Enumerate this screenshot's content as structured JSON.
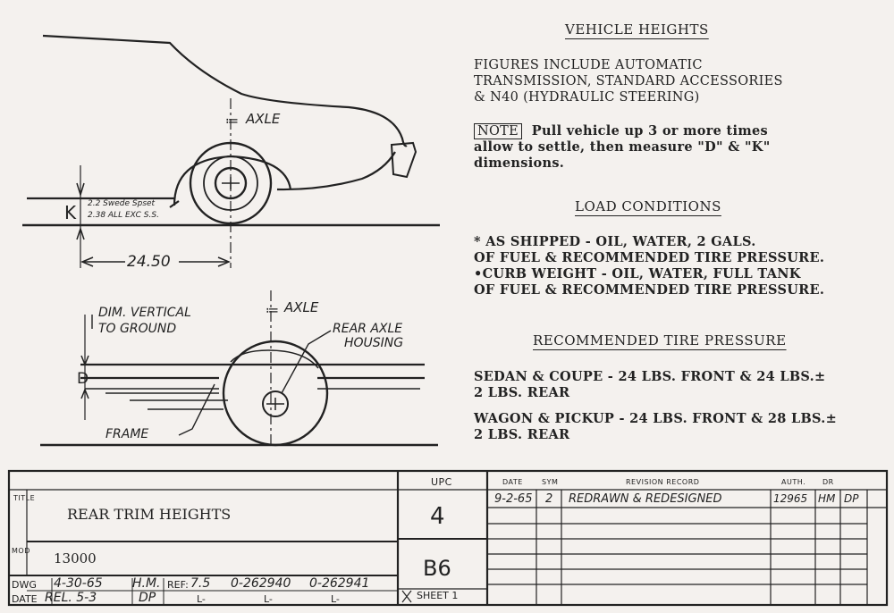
{
  "drawing": {
    "top": {
      "axle_label": "AXLE",
      "k_label": "K",
      "k_line1": "2.2 Swede Spset",
      "k_line2": "2.38 ALL EXC S.S.",
      "dimension": "24.50"
    },
    "bottom": {
      "axle_label": "AXLE",
      "vertical_label_line1": "DIM. VERTICAL",
      "vertical_label_line2": "TO GROUND",
      "d_label": "D",
      "housing_line1": "REAR AXLE",
      "housing_line2": "HOUSING",
      "frame_label": "FRAME"
    }
  },
  "vehicle_heights": {
    "title": "VEHICLE HEIGHTS",
    "lines": [
      "FIGURES INCLUDE AUTOMATIC",
      "TRANSMISSION, STANDARD ACCESSORIES",
      "& N40 (HYDRAULIC STEERING)"
    ],
    "note_label": "NOTE",
    "note_lines": [
      "Pull vehicle up 3 or more times",
      "allow to settle, then measure \"D\" & \"K\"",
      "dimensions."
    ]
  },
  "load_conditions": {
    "title": "LOAD CONDITIONS",
    "lines": [
      "* AS SHIPPED - OIL, WATER, 2 GALS.",
      "OF FUEL & RECOMMENDED TIRE PRESSURE.",
      "•CURB WEIGHT - OIL, WATER, FULL TANK",
      "OF FUEL & RECOMMENDED TIRE PRESSURE."
    ]
  },
  "tire_pressure": {
    "title": "RECOMMENDED TIRE PRESSURE",
    "sedan_lines": [
      "SEDAN & COUPE - 24 LBS. FRONT & 24 LBS.±",
      "2 LBS. REAR"
    ],
    "wagon_lines": [
      "WAGON & PICKUP - 24 LBS. FRONT & 28 LBS.±",
      "2 LBS. REAR"
    ]
  },
  "title_block": {
    "title_label": "TITLE",
    "title": "REAR TRIM HEIGHTS",
    "model_label": "MOD",
    "model": "13000",
    "upc_label": "UPC",
    "upc": "4",
    "code": "B6",
    "sheet": "SHEET 1",
    "dwg_label": "DWG",
    "dwg_date": "4-30-65",
    "dwg_by": "H.M.",
    "ref_label": "REF:",
    "ref_value": "7.5",
    "ref_num1": "0-262940",
    "ref_num2": "0-262941",
    "date_label": "DATE",
    "date_value": "REL. 5-3",
    "date_by": "DP",
    "l1": "L-",
    "l2": "L-",
    "l3": "L-",
    "rev_headers": {
      "date": "DATE",
      "sym": "SYM",
      "record": "REVISION RECORD",
      "auth": "AUTH.",
      "dr": "DR"
    },
    "revision": {
      "date": "9-2-65",
      "sym": "2",
      "record": "REDRAWN & REDESIGNED",
      "auth": "12965",
      "by": "HM",
      "dr": "DP"
    }
  }
}
